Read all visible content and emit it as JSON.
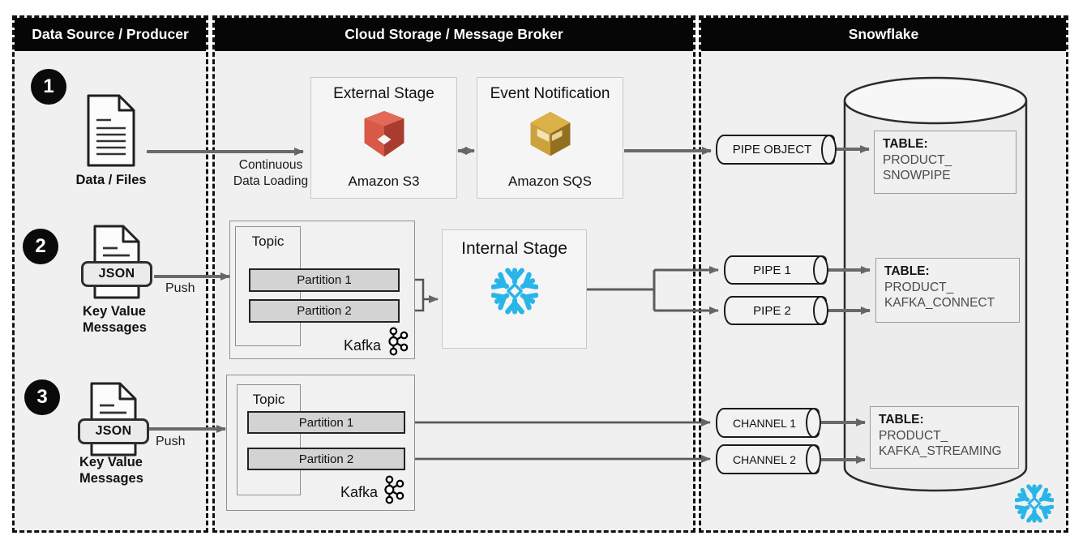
{
  "columns": [
    {
      "title": "Data Source / Producer"
    },
    {
      "title": "Cloud Storage / Message Broker"
    },
    {
      "title": "Snowflake"
    }
  ],
  "flow1": {
    "badge": "1",
    "source_label": "Data / Files",
    "arrow_label_line1": "Continuous",
    "arrow_label_line2": "Data Loading",
    "external_stage_title": "External Stage",
    "external_stage_service": "Amazon S3",
    "event_notification_title": "Event Notification",
    "event_notification_service": "Amazon SQS",
    "pipe_label": "PIPE OBJECT",
    "table": {
      "heading": "TABLE:",
      "line1": "PRODUCT_",
      "line2": "SNOWPIPE"
    }
  },
  "flow2": {
    "badge": "2",
    "file_type": "JSON",
    "source_label_line1": "Key Value",
    "source_label_line2": "Messages",
    "push_label": "Push",
    "topic_label": "Topic",
    "partitions": [
      "Partition 1",
      "Partition 2"
    ],
    "kafka_label": "Kafka",
    "internal_stage_title": "Internal Stage",
    "pipes": [
      "PIPE 1",
      "PIPE 2"
    ],
    "table": {
      "heading": "TABLE:",
      "line1": "PRODUCT_",
      "line2": "KAFKA_CONNECT"
    }
  },
  "flow3": {
    "badge": "3",
    "file_type": "JSON",
    "source_label_line1": "Key Value",
    "source_label_line2": "Messages",
    "push_label": "Push",
    "topic_label": "Topic",
    "partitions": [
      "Partition 1",
      "Partition 2"
    ],
    "kafka_label": "Kafka",
    "channels": [
      "CHANNEL 1",
      "CHANNEL 2"
    ],
    "table": {
      "heading": "TABLE:",
      "line1": "PRODUCT_",
      "line2": "KAFKA_STREAMING"
    }
  },
  "colors": {
    "snowflake_blue": "#29B5E8",
    "s3_red": "#CF4A3C",
    "sqs_gold": "#D3A43C",
    "header_bg": "#060606",
    "arrow_gray": "#666666",
    "column_bg": "#F0F0F0"
  }
}
